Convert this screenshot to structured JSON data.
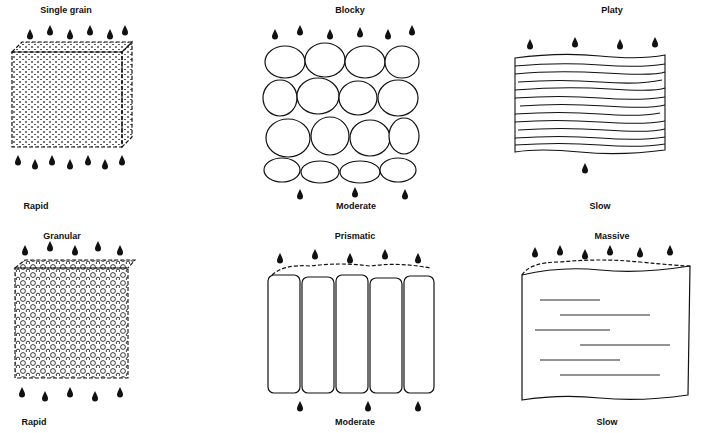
{
  "diagram": {
    "labels": [
      "Single grain",
      "Blocky",
      "Platy",
      "Rapid",
      "Moderate",
      "Slow",
      "Granular",
      "Prismatic",
      "Massive",
      "Rapid",
      "Moderate",
      "Slow"
    ]
  }
}
